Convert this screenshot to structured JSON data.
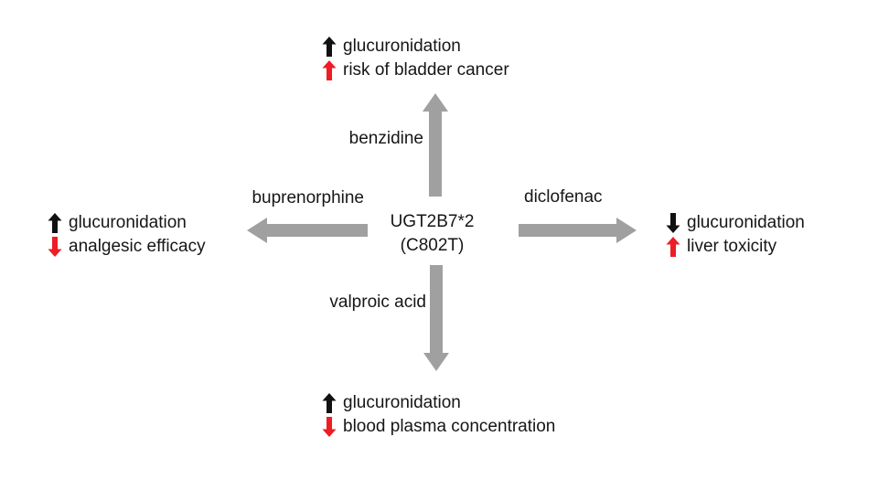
{
  "center": {
    "gene": "UGT2B7*2",
    "variant": "(C802T)"
  },
  "branches": {
    "top": {
      "drug": "benzidine",
      "effects": [
        {
          "icon": "up-black",
          "text": "glucuronidation"
        },
        {
          "icon": "up-red",
          "text": "risk of bladder cancer"
        }
      ]
    },
    "left": {
      "drug": "buprenorphine",
      "effects": [
        {
          "icon": "up-black",
          "text": "glucuronidation"
        },
        {
          "icon": "down-red",
          "text": "analgesic efficacy"
        }
      ]
    },
    "right": {
      "drug": "diclofenac",
      "effects": [
        {
          "icon": "down-black",
          "text": "glucuronidation"
        },
        {
          "icon": "up-red",
          "text": "liver toxicity"
        }
      ]
    },
    "bottom": {
      "drug": "valproic acid",
      "effects": [
        {
          "icon": "up-black",
          "text": "glucuronidation"
        },
        {
          "icon": "down-red",
          "text": "blood plasma concentration"
        }
      ]
    }
  },
  "colors": {
    "gray_arrow": "#a0a0a0",
    "black": "#111111",
    "red": "#ee1c25"
  }
}
